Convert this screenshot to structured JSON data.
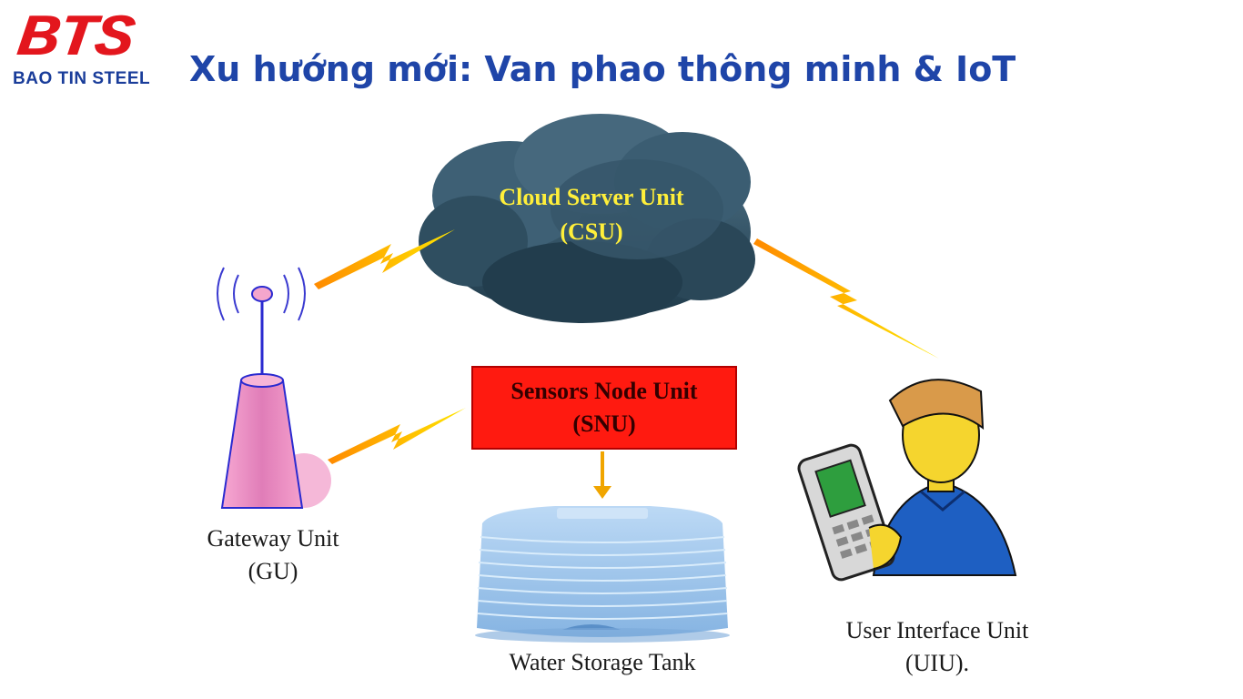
{
  "logo": {
    "mark": "BTS",
    "name": "BAO TIN STEEL"
  },
  "title": "Xu hướng mới: Van phao thông minh & IoT",
  "nodes": {
    "csu": {
      "line1": "Cloud Server Unit",
      "line2": "(CSU)"
    },
    "snu": {
      "line1": "Sensors Node Unit",
      "line2": "(SNU)"
    },
    "gu": {
      "line1": "Gateway Unit",
      "line2": "(GU)"
    },
    "tank": {
      "line1": "Water Storage Tank"
    },
    "uiu": {
      "line1": "User Interface Unit",
      "line2": "(UIU)."
    }
  },
  "colors": {
    "brand_red": "#e3161d",
    "brand_blue": "#1f45a8",
    "cloud": "#2c4a5c",
    "cloud_text": "#ffef3a",
    "snu_box": "#ff1a10",
    "lightning": "#ffcc00",
    "tank": "#a9cdf0",
    "gateway": "#f08fc4"
  },
  "icons": [
    "cloud-icon",
    "antenna-icon",
    "lightning-icon",
    "water-tank-icon",
    "user-phone-icon",
    "arrow-down-icon"
  ]
}
